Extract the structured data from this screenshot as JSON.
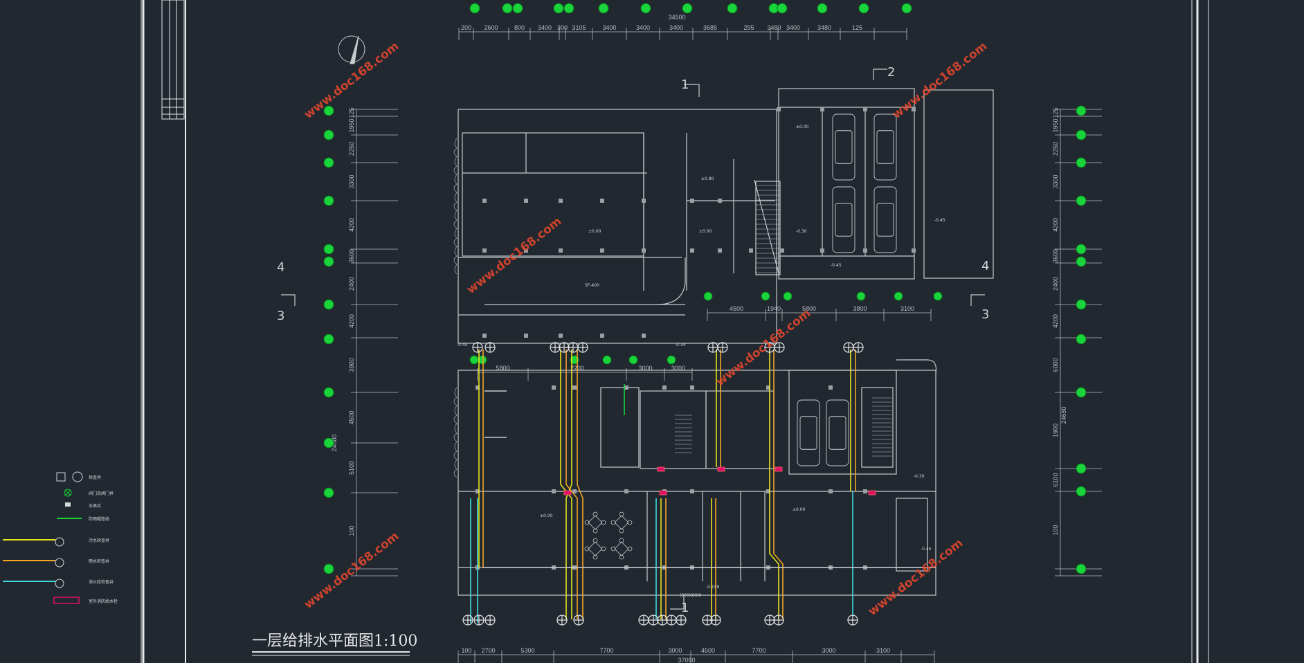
{
  "drawing": {
    "title": "一层给排水平面图",
    "scale": "1:100",
    "colors": {
      "background": "#212830",
      "wall": "#c8cbce",
      "axis_bubble": "#19d43a",
      "water_supply": "#e8e31a",
      "drainage": "#f5a623",
      "fire": "#3fd9dc",
      "watermark": "#e0472e",
      "valve": "#e0106a"
    }
  },
  "watermark": {
    "text": "www.doc168.com"
  },
  "top_dimensions": {
    "overall": "34500",
    "segments": [
      "200",
      "2600",
      "800",
      "3400",
      "300",
      "3105",
      "3400",
      "3400",
      "3400",
      "3685",
      "295",
      "3480",
      "3400",
      "3480",
      "125"
    ]
  },
  "bottom_dimensions": {
    "overall": "37080",
    "segments": [
      "100",
      "2700",
      "5300",
      "7700",
      "3000",
      "4500",
      "7700",
      "3000",
      "3100"
    ]
  },
  "left_dimensions": {
    "overall": "24680",
    "segments": [
      "125",
      "1950",
      "2250",
      "3300",
      "4200",
      "3600",
      "2400",
      "4200",
      "3900",
      "4500",
      "5100",
      "100"
    ]
  },
  "right_dimensions": {
    "overall": "24680",
    "segments": [
      "125",
      "1950",
      "2250",
      "3300",
      "4200",
      "3600",
      "2400",
      "4200",
      "6000",
      "1900",
      "6100",
      "100"
    ]
  },
  "lower_grid_dimensions": [
    "4500",
    "1940",
    "5800",
    "3800",
    "3100"
  ],
  "mid_dimensions": [
    "5800",
    "2200",
    "3000",
    "3000"
  ],
  "section_marks": {
    "s1": "1",
    "s2": "2",
    "s3": "3",
    "s4": "4"
  },
  "elevations": [
    "±0.00",
    "±0.00",
    "-0.30",
    "-0.45",
    "-0.45",
    "-0.30",
    "-0.45",
    "±0.00",
    "-0.45",
    "±0.00",
    "-0.159",
    "±0.00",
    "-0.34"
  ],
  "rooms": [
    "SF-400",
    "(800X800)",
    "±0.80"
  ],
  "legend": {
    "items": [
      {
        "label": "检查井"
      },
      {
        "label": "阀门及阀门井"
      },
      {
        "label": "水表井"
      },
      {
        "label": "防雨帽管线"
      },
      {
        "label": "污水检查井"
      },
      {
        "label": "雨水检查井"
      },
      {
        "label": "消火栓检查井"
      },
      {
        "label": "室外消防给水栓"
      }
    ]
  }
}
